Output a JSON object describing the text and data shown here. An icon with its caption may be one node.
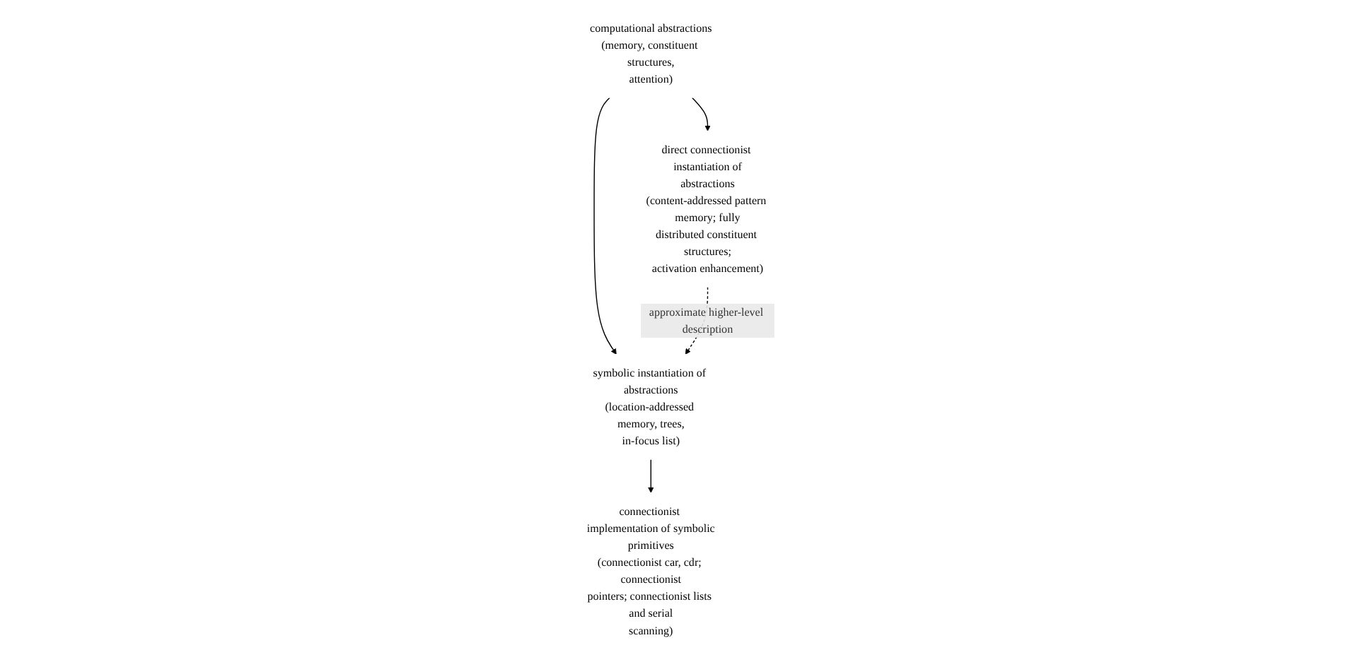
{
  "diagram": {
    "nodes": [
      {
        "text": [
          "computational abstractions",
          "(memory, constituent structures, attention)"
        ]
      },
      {
        "text": [
          "symbolic instantiation of abstractions",
          "(location-addressed memory, trees, in-focus list)"
        ]
      },
      {
        "text": [
          "direct connectionist instantiation of abstractions",
          "(content-addressed pattern memory; fully distributed constituent structures; activation enhancement)"
        ]
      },
      {
        "text": [
          "connectionist implementation of symbolic primitives",
          "(connectionist car, cdr; connectionist pointers; connectionist lists and serial scanning)"
        ]
      }
    ],
    "edges": [
      {
        "from": 0,
        "to": 2,
        "arrow": "to"
      },
      {
        "from": 0,
        "to": 1,
        "arrow": "to"
      },
      {
        "from": 1,
        "to": 3,
        "arrow": "to"
      },
      {
        "from": 2,
        "to": 1,
        "arrow": "to",
        "label": "approximate higher-level description",
        "style": "dashed"
      }
    ]
  }
}
